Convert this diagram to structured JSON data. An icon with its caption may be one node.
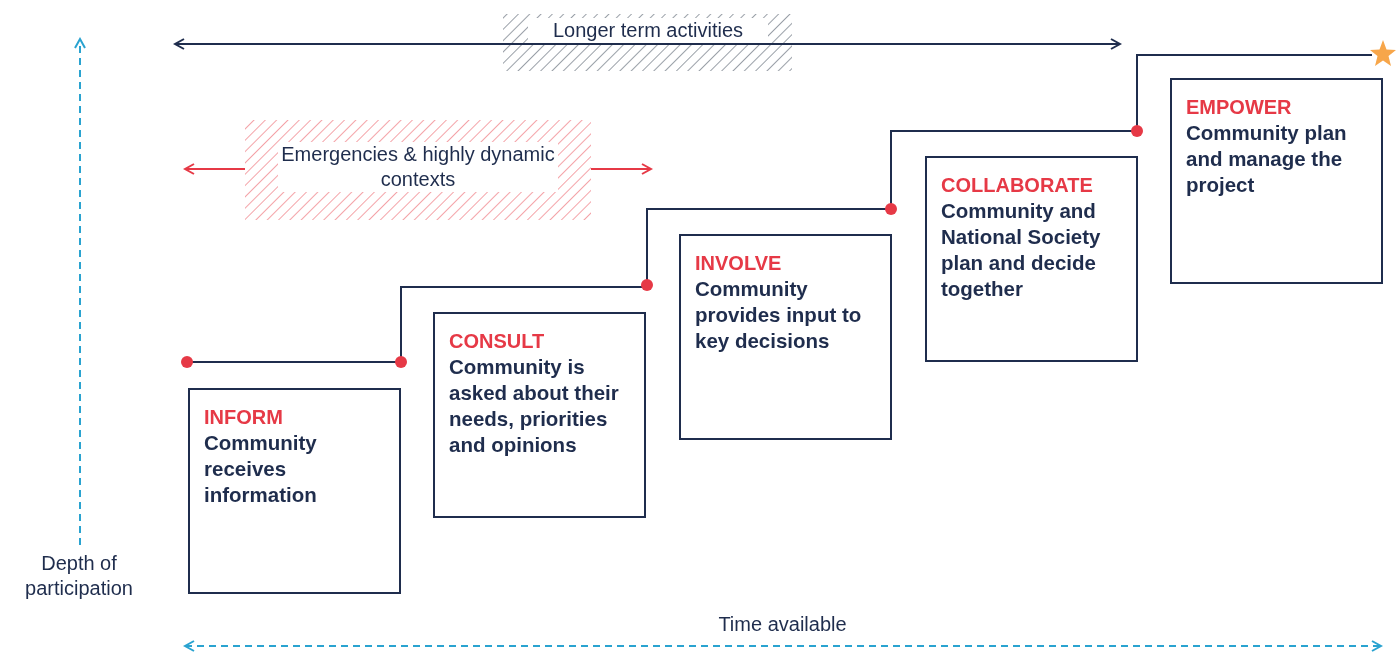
{
  "diagram": {
    "nodes": [
      {
        "text": [
          "INFORM",
          "Community receives information"
        ]
      },
      {
        "text": [
          "CONSULT",
          "Community is asked about their needs, priorities and opinions"
        ]
      },
      {
        "text": [
          "INVOLVE",
          "Community provides input to key decisions"
        ]
      },
      {
        "text": [
          "COLLABORATE",
          "Community and National Society plan and decide together"
        ]
      },
      {
        "text": [
          "EMPOWER",
          "Community plan and manage the project"
        ]
      }
    ],
    "edges": [],
    "labels": [
      "Longer term activities",
      "Emergencies & highly dynamic contexts",
      "Depth of participation",
      "Time available"
    ]
  }
}
